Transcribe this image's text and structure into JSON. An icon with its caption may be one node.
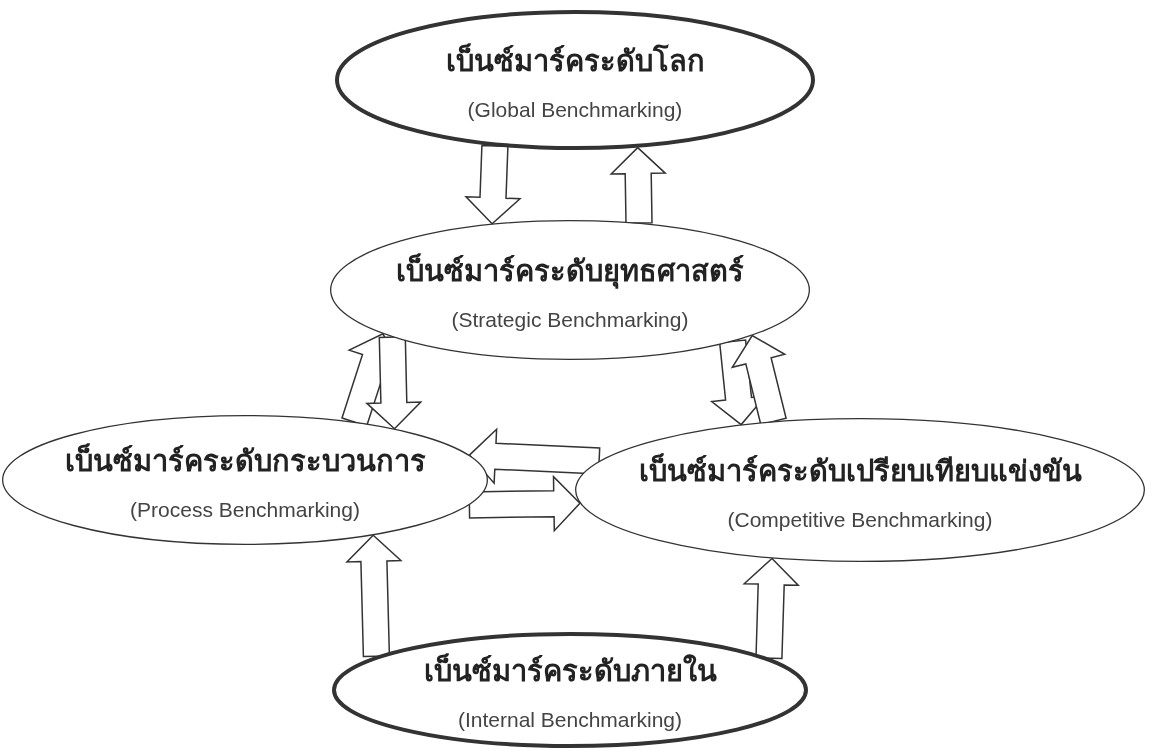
{
  "diagram": {
    "nodes": [
      {
        "text": [
          "เบ็นซ์มาร์คระดับโลก",
          "(Global Benchmarking)"
        ]
      },
      {
        "text": [
          "เบ็นซ์มาร์คระดับยุทธศาสตร์",
          "(Strategic Benchmarking)"
        ]
      },
      {
        "text": [
          "เบ็นซ์มาร์คระดับกระบวนการ",
          "(Process Benchmarking)"
        ]
      },
      {
        "text": [
          "เบ็นซ์มาร์คระดับเปรียบเทียบแข่งขัน",
          "(Competitive Benchmarking)"
        ]
      },
      {
        "text": [
          "เบ็นซ์มาร์คระดับภายใน",
          "(Internal Benchmarking)"
        ]
      }
    ],
    "edges": [
      {
        "from": 0,
        "to": 1,
        "arrow": "to"
      },
      {
        "from": 1,
        "to": 0,
        "arrow": "to"
      },
      {
        "from": 2,
        "to": 1,
        "arrow": "to"
      },
      {
        "from": 1,
        "to": 2,
        "arrow": "to"
      },
      {
        "from": 1,
        "to": 3,
        "arrow": "to"
      },
      {
        "from": 3,
        "to": 1,
        "arrow": "to"
      },
      {
        "from": 3,
        "to": 2,
        "arrow": "to"
      },
      {
        "from": 2,
        "to": 3,
        "arrow": "to"
      },
      {
        "from": 4,
        "to": 2,
        "arrow": "to"
      },
      {
        "from": 4,
        "to": 3,
        "arrow": "to"
      }
    ]
  }
}
